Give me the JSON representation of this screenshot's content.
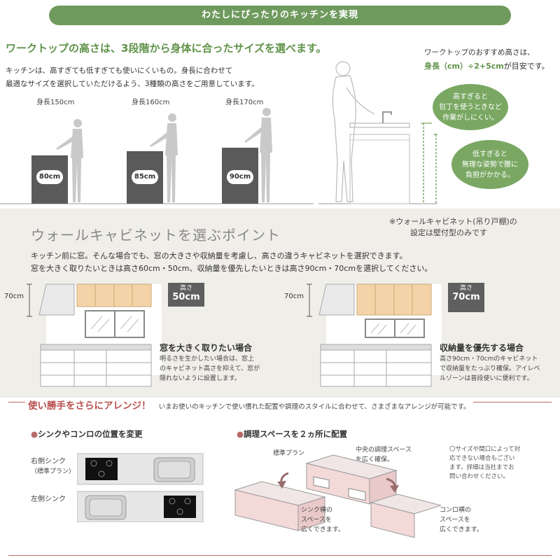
{
  "banner": "わたしにぴったりのキッチンを実現",
  "section1": {
    "heading": "ワークトップの高さは、3段階から身体に合ったサイズを選べます。",
    "desc_line1": "キッチンは、高すぎても低すぎても使いにくいもの。身長に合わせて",
    "desc_line2": "最適なサイズを選択していただけるよう、3種類の高さをご用意しています。",
    "figures": [
      {
        "height_label": "身長150cm",
        "counter": "80cm"
      },
      {
        "height_label": "身長160cm",
        "counter": "85cm"
      },
      {
        "height_label": "身長170cm",
        "counter": "90cm"
      }
    ],
    "recommend_line1": "ワークトップのおすすめ高さは、",
    "recommend_formula": "身長（cm）÷2+5cm",
    "recommend_suffix": "が目安です。",
    "bubble_high": "高すぎると\n包丁を使うときなど\n作業がしにくい。",
    "bubble_low": "低すぎると\n無理な姿勢で腰に\n負担がかかる。"
  },
  "section2": {
    "heading": "ウォールキャビネットを選ぶポイント",
    "note_line1": "※ウォールキャビネット(吊り戸棚)の",
    "note_line2": "設定は壁付型のみです",
    "desc_line1": "キッチン前に窓。そんな場合でも、窓の大きさや収納量を考慮し、高さの違うキャビネットを選択できます。",
    "desc_line2": "窓を大きく取りたいときは高さ60cm・50cm、収納量を優先したいときは高さ90cm・70cmを選択してください。",
    "left": {
      "dim": "70cm",
      "box_label": "高さ",
      "box_value": "50cm",
      "title": "窓を大きく取りたい場合",
      "text": "明るさを生かしたい場合は、窓上\nのキャビネット高さを抑えて、窓が\n隠れないように設置します。"
    },
    "right": {
      "dim": "70cm",
      "box_label": "高さ",
      "box_value": "70cm",
      "title": "収納量を優先する場合",
      "text": "高さ90cm・70cmのキャビネット\nで収納量をたっぷり確保。アイレベ\nルゾーンは普段使いに便利です。"
    }
  },
  "section3": {
    "heading": "使い勝手をさらにアレンジ！",
    "subheading": "いまお使いのキッチンで使い慣れた配置や調理のスタイルに合わせて、さまざまなアレンジが可能です。",
    "sub1_title": "シンクやコンロの位置を変更",
    "right_sink_line1": "右側シンク",
    "right_sink_line2": "（標準プラン）",
    "left_sink": "左側シンク",
    "sub2_title": "調理スペースを２ヵ所に配置",
    "std_plan": "標準プラン",
    "center_note": "中央の調理スペース\nを広く確保。",
    "sink_side": "シンク横の\nスペースを\n広くできます。",
    "stove_side": "コンロ横の\nスペースを\n広くできます。",
    "disclaimer": "〇サイズや間口によって対\n応できない場合もござい\nます。詳細は当社までお\n問い合わせください。"
  }
}
